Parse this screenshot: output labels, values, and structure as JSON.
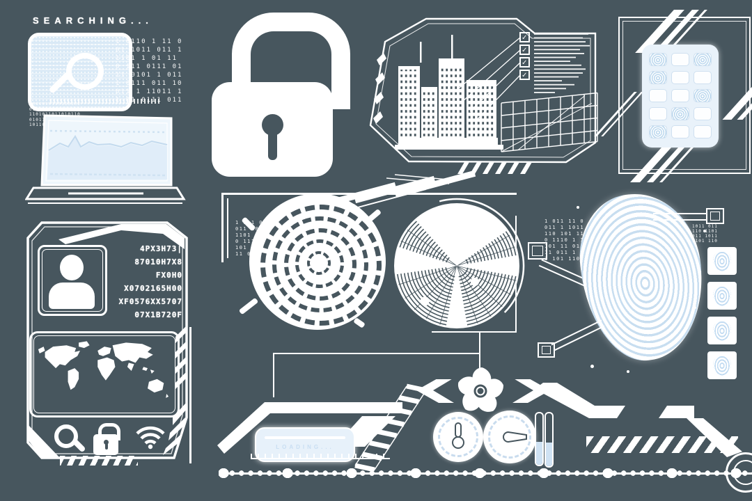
{
  "colors": {
    "background": "#47565e",
    "foreground": "#ffffff",
    "light_blue": "#d4e6f4",
    "ridge_blue": "#c8def0",
    "pale_fill": "#e9f2fa"
  },
  "search_module": {
    "title": "SEARCHING...",
    "binary_block": "1 0110 1 11 0\n01 1011 011 1\n1101 1 01 11\n0 111 0111 01\n11 0101 1 011\n1 0111 011 10\n011 1 11011 1\n1 01 0111 011",
    "micro_block": "1011010110110101\n0110110101101101\n1101011011010110\n0101101101011011\n1011010110110110"
  },
  "id_card": {
    "codes": "4PX3H73|\n87010H7X8\nFX0H0\nX0702165H00\nXF0576XX5707\n07X1B720F"
  },
  "city_frame": {
    "check_glyph": "✓"
  },
  "center": {
    "binary_left": "1 011 0111 0\n011 101 1 11\n1101 1 011 0\n0 111 011 11\n101 1101 1 0\n11 011 101 1",
    "binary_fingerprint": "1 011 11 0\n011 1 1011\n110 101 11\n0 1110 1 1\n101 11 011\n11 011 1 0\n1 101 1101",
    "binary_chip": "1011 011\n110 1101\n011 1011\n1101 110"
  },
  "bottom": {
    "loading_label": "LOADING..."
  }
}
